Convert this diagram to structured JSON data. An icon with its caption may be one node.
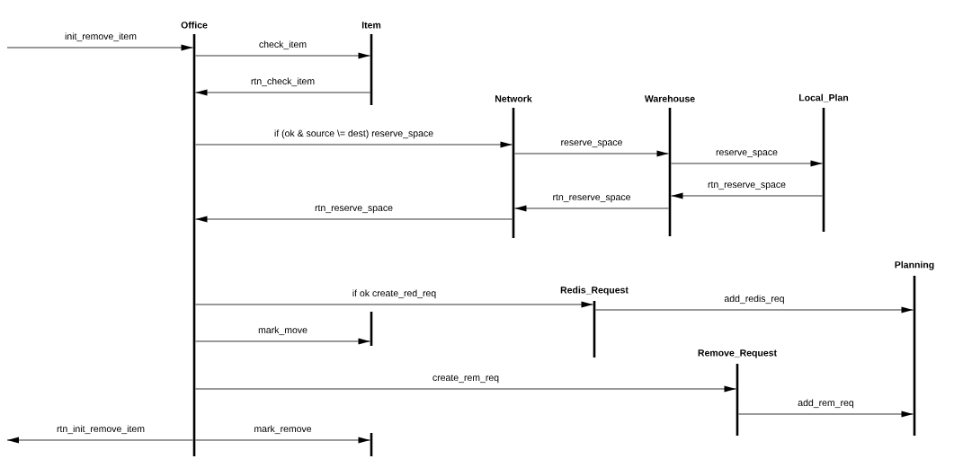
{
  "diagram": {
    "nodes": [
      {
        "text": [
          "Office"
        ]
      },
      {
        "text": [
          "Item"
        ]
      },
      {
        "text": [
          "Network"
        ]
      },
      {
        "text": [
          "Warehouse"
        ]
      },
      {
        "text": [
          "Local_Plan"
        ]
      },
      {
        "text": [
          "Planning"
        ]
      },
      {
        "text": [
          "Redis_Request"
        ]
      },
      {
        "text": [],
        "shape": "bar"
      },
      {
        "text": [
          "Remove_Request"
        ]
      },
      {
        "text": [],
        "shape": "bar"
      }
    ],
    "edges": [
      {
        "from": null,
        "to": 0,
        "arrow": "to",
        "label": "init_remove_item"
      },
      {
        "from": 0,
        "to": 1,
        "arrow": "to",
        "label": "check_item"
      },
      {
        "from": 1,
        "to": 0,
        "arrow": "to",
        "label": "rtn_check_item"
      },
      {
        "from": 0,
        "to": 2,
        "arrow": "to",
        "label": "if (ok & source \\= dest) reserve_space"
      },
      {
        "from": 2,
        "to": 3,
        "arrow": "to",
        "label": "reserve_space"
      },
      {
        "from": 3,
        "to": 4,
        "arrow": "to",
        "label": "reserve_space"
      },
      {
        "from": 4,
        "to": 3,
        "arrow": "to",
        "label": "rtn_reserve_space"
      },
      {
        "from": 3,
        "to": 2,
        "arrow": "to",
        "label": "rtn_reserve_space"
      },
      {
        "from": 2,
        "to": 0,
        "arrow": "to",
        "label": "rtn_reserve_space"
      },
      {
        "from": 0,
        "to": 6,
        "arrow": "to",
        "label": "if ok create_red_req"
      },
      {
        "from": 6,
        "to": 5,
        "arrow": "to",
        "label": "add_redis_req"
      },
      {
        "from": 0,
        "to": 7,
        "arrow": "to",
        "label": "mark_move"
      },
      {
        "from": 0,
        "to": 8,
        "arrow": "to",
        "label": "create_rem_req"
      },
      {
        "from": 8,
        "to": 5,
        "arrow": "to",
        "label": "add_rem_req"
      },
      {
        "from": 0,
        "to": 9,
        "arrow": "to",
        "label": "mark_remove"
      },
      {
        "from": 0,
        "to": null,
        "arrow": "to",
        "label": "rtn_init_remove_item"
      }
    ]
  }
}
